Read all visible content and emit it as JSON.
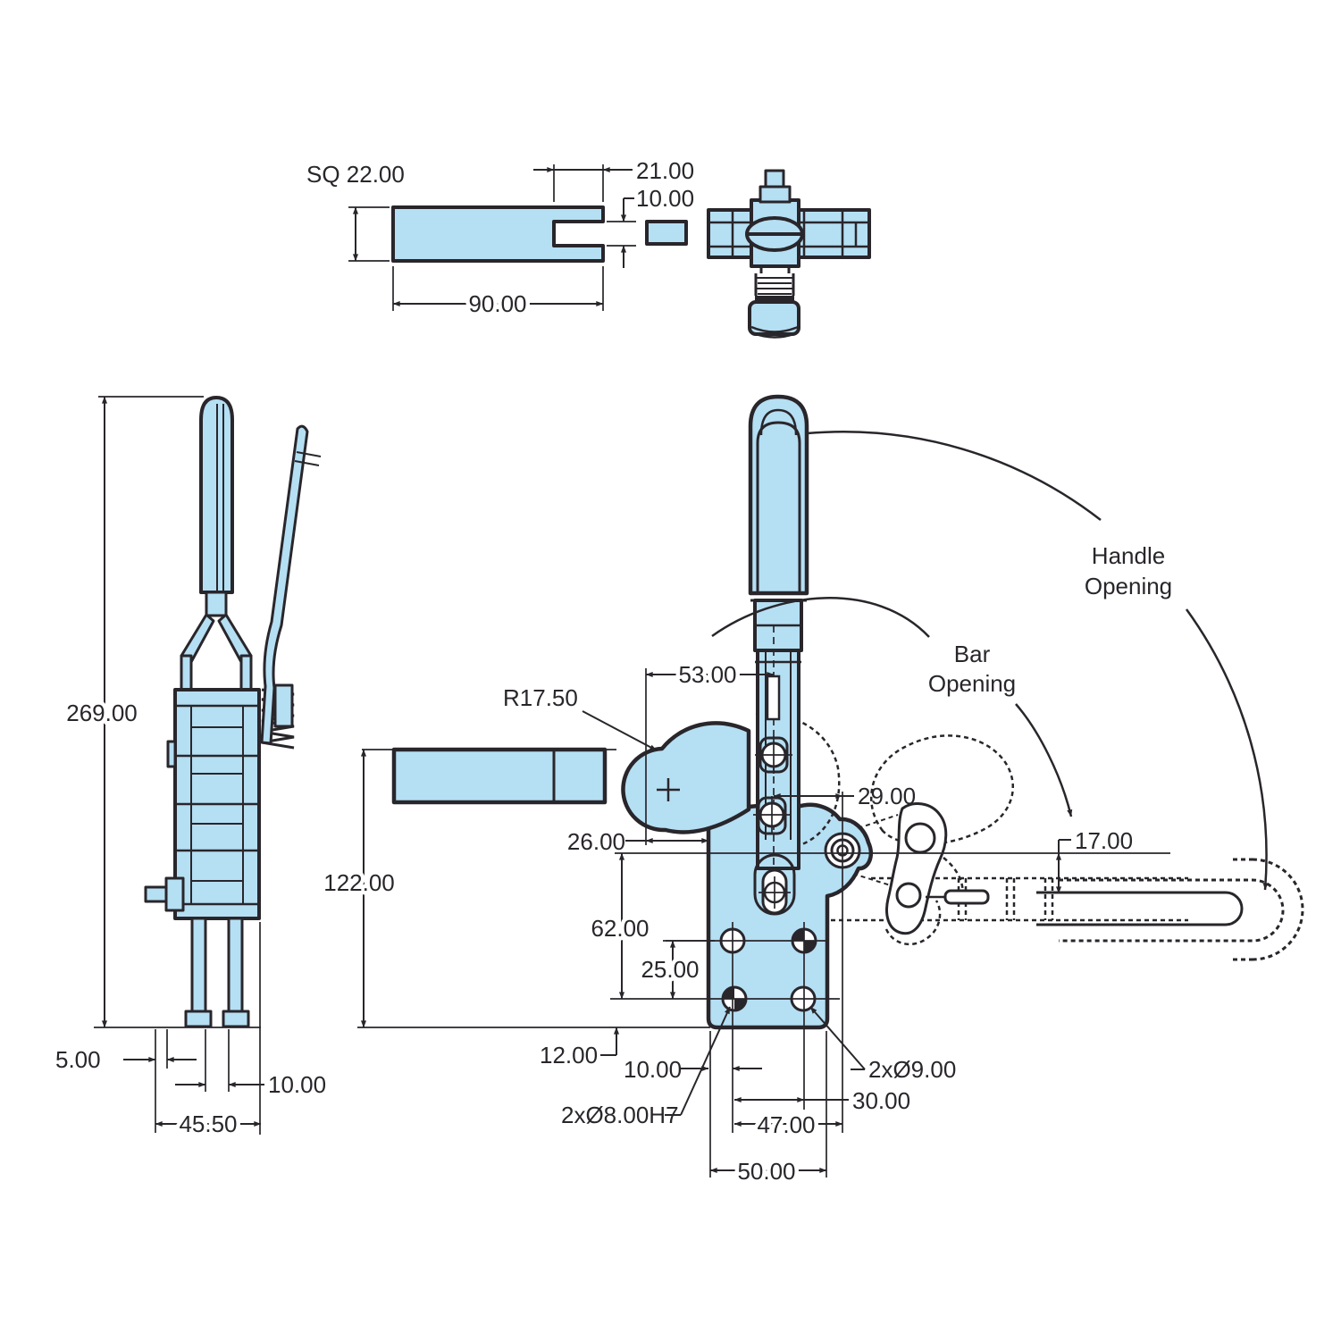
{
  "title": "Vertical toggle clamp technical drawing",
  "colors": {
    "part_fill": "#b5dff3",
    "line": "#29262b"
  },
  "annotations": {
    "handle_opening_line1": "Handle",
    "handle_opening_line2": "Opening",
    "bar_opening_line1": "Bar",
    "bar_opening_line2": "Opening"
  },
  "views": {
    "bar_detail": {
      "dims": {
        "square": "SQ 22.00",
        "length": "90.00",
        "slot_depth": "21.00",
        "slot_height": "10.00"
      }
    },
    "side": {
      "dims": {
        "overall_height": "269.00",
        "foot_offset": "5.00",
        "leg_gap": "10.00",
        "base_width": "45.50"
      }
    },
    "front": {
      "dims": {
        "handle_offset": "53.00",
        "cam_radius": "R17.50",
        "pivot_offset": "29.00",
        "bar_overhang": "26.00",
        "overall_height": "122.00",
        "hole_height": "62.00",
        "hole_spacing_v": "25.00",
        "open_bar_drop": "17.00",
        "base_bottom": "12.00",
        "hole_edge": "10.00",
        "holes_large": "2xØ9.00",
        "hole_spacing_h": "30.00",
        "holes_small": "2xØ8.00H7",
        "hole_to_pivot": "47.00",
        "base_width": "50.00"
      }
    }
  }
}
